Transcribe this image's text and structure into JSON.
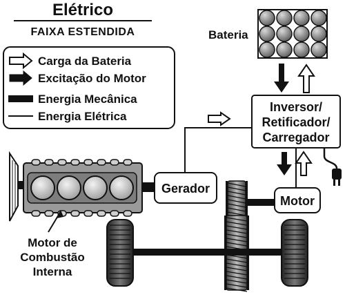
{
  "title": "Elétrico",
  "subtitle": "Faixa Estendida",
  "legend": {
    "items": [
      {
        "label": "Carga da Bateria",
        "icon": "hollow-arrow-icon"
      },
      {
        "label": "Excitação do Motor",
        "icon": "solid-arrow-icon"
      },
      {
        "label": "Energia Mecânica",
        "icon": "thick-bar-icon"
      },
      {
        "label": "Energia Elétrica",
        "icon": "thin-line-icon"
      }
    ]
  },
  "components": {
    "battery": "Bateria",
    "inverter_lines": [
      "Inversor/",
      "Retificador/",
      "Carregador"
    ],
    "generator": "Gerador",
    "motor": "Motor",
    "engine_lines": [
      "Motor de",
      "Combustão",
      "Interna"
    ]
  },
  "colors": {
    "ink": "#111111",
    "engine_fill": "#9a9a9a",
    "cylinder_fill": "#d8d8d8",
    "background": "#ffffff"
  }
}
